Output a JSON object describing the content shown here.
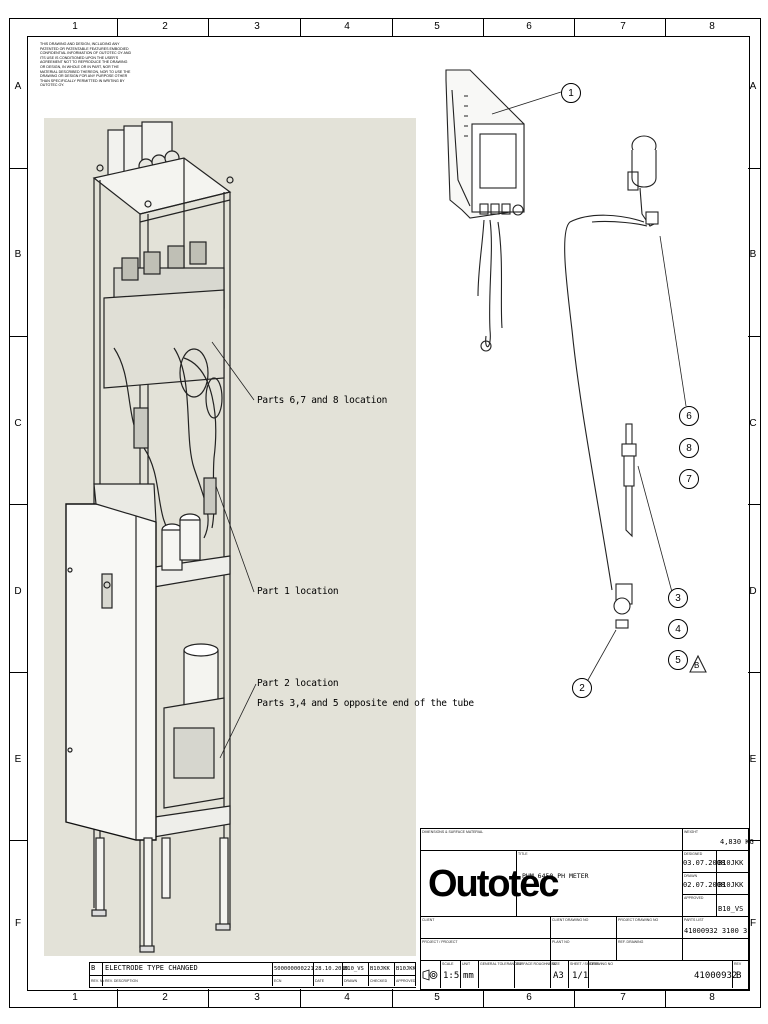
{
  "zones": {
    "columns": [
      "1",
      "2",
      "3",
      "4",
      "5",
      "6",
      "7",
      "8"
    ],
    "rows": [
      "A",
      "B",
      "C",
      "D",
      "E",
      "F"
    ]
  },
  "notice": "THIS DRAWING AND DESIGN, INCLUDING ANY PATENTED OR PATENTABLE FEATURES EMBODIED CONFIDENTIAL INFORMATION OF OUTOTEC OY AND ITS USE IS CONDITIONED UPON THE USER'S AGREEMENT NOT TO REPRODUCE THE DRAWING OR DESIGN, IN WHOLE OR IN PART, NOR THE MATERIAL DESCRIBED THEREON, NOR TO USE THE DRAWING OR DESIGN FOR ANY PURPOSE OTHER THAN SPECIFICALLY PERMITTED IN WRITING BY OUTOTEC OY.",
  "callouts": {
    "parts_678": "Parts 6,7 and 8 location",
    "part_1": "Part 1 location",
    "part_2": "Part 2 location",
    "parts_345": "Parts 3,4 and 5 opposite end of the tube"
  },
  "balloons": [
    "1",
    "6",
    "8",
    "7",
    "3",
    "4",
    "5",
    "2"
  ],
  "revision_marker": "B",
  "title_block": {
    "company": "Outotec",
    "weight": "4,830 KG",
    "title": "PHM 6450 PH METER",
    "designed_date": "03.07.2008",
    "designed_by": "B10JKK",
    "drawn_date": "02.07.2008",
    "drawn_by": "B10JKK",
    "approved_by": "B10_VS",
    "part_number_ref": "41000932 3100 3",
    "scale": "1:5",
    "unit": "mm",
    "size": "A3",
    "sheet": "1/1",
    "drawing_number": "41000932",
    "revision": "B"
  },
  "revision_table": {
    "rev": "B",
    "description": "ELECTRODE TYPE CHANGED",
    "ecn": "500000000221",
    "date": "28.10.2010",
    "drawn": "B10_VS",
    "checked": "B10JKK",
    "approved": "B10JKK"
  },
  "labels": {
    "material_field": "DIMENSIONS & SURFACE MATERIAL",
    "weight_field": "WEIGHT",
    "title_field": "TITLE",
    "designed_field": "DESIGNED",
    "drawn_field": "DRAWN",
    "approved_field": "APPROVED",
    "client_field": "CLIENT",
    "client_drawing_field": "CLIENT DRAWING NO",
    "project_drawing_field": "PROJECT DRAWING NO",
    "project_field": "PROJECT / PROJECT",
    "plant_field": "PLANT NO",
    "ref_drawing_field": "REF. DRAWING",
    "parts_list_field": "PARTS LIST",
    "scale_field": "SCALE",
    "unit_field": "UNIT",
    "general_tolerances_field": "GENERAL TOLERANCES",
    "surface_roughness_field": "SURFACE ROUGHNESS",
    "size_field": "SIZE",
    "sheet_field": "SHEET / SHEETS",
    "drawing_no_field": "DRAWING NO",
    "rev_field": "REV",
    "rev_no_field": "REV. No",
    "rev_desc_field": "REV. DESCRIPTION",
    "ecn_field": "ECN",
    "date_field": "DATE",
    "drawn_rev_field": "DRAWN",
    "checked_field": "CHECKED",
    "approved_rev_field": "APPROVED"
  }
}
